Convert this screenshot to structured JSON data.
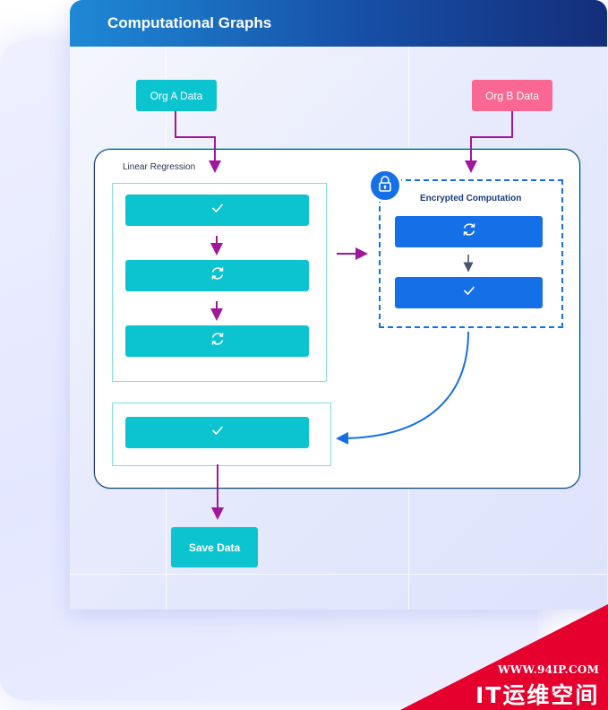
{
  "window": {
    "title": "Computational Graphs"
  },
  "sources": [
    {
      "label": "Org A Data",
      "color": "#0cc3d0"
    },
    {
      "label": "Org B Data",
      "color": "#fb6793"
    }
  ],
  "linear_regression": {
    "label": "Linear Regression",
    "steps": [
      {
        "icon": "check-icon"
      },
      {
        "icon": "refresh-icon"
      },
      {
        "icon": "refresh-icon"
      }
    ]
  },
  "encrypted": {
    "label": "Encrypted Computation",
    "badge_icon": "lock-icon",
    "steps": [
      {
        "icon": "refresh-icon"
      },
      {
        "icon": "check-icon"
      }
    ]
  },
  "result": {
    "steps": [
      {
        "icon": "check-icon"
      }
    ]
  },
  "output": {
    "label": "Save Data"
  },
  "colors": {
    "accent_teal": "#0cc3d0",
    "accent_pink": "#fb6793",
    "accent_blue": "#1570e8",
    "arrow_purple": "#a0179a"
  },
  "watermark": {
    "url": "WWW.94IP.COM",
    "brand": "IT运维空间"
  }
}
